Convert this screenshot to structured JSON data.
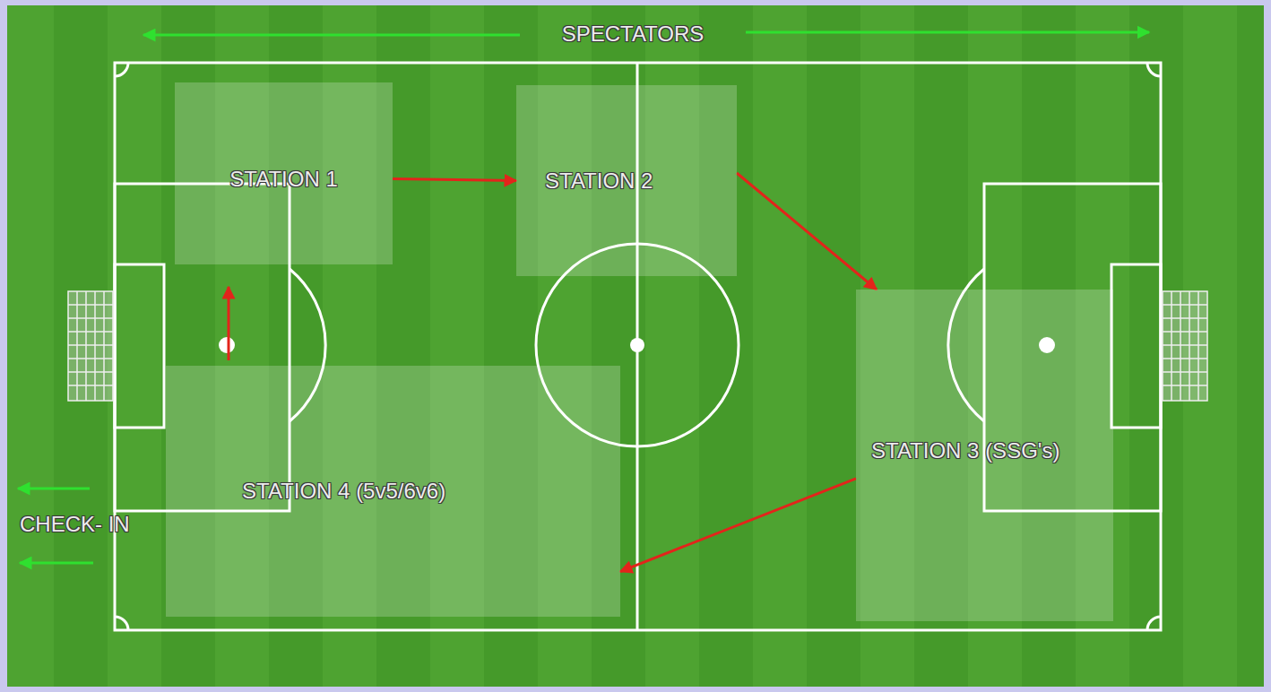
{
  "diagram": {
    "nodes": [
      {
        "text": [
          "STATION 1"
        ]
      },
      {
        "text": [
          "STATION 2"
        ]
      },
      {
        "text": [
          "STATION 3 (SSG's)"
        ]
      },
      {
        "text": [
          "STATION 4 (5v5/6v6)"
        ]
      }
    ],
    "edges": [
      {
        "from": 0,
        "to": 1,
        "arrow": "to"
      },
      {
        "from": 1,
        "to": 2,
        "arrow": "to"
      },
      {
        "from": 2,
        "to": 3,
        "arrow": "to"
      }
    ],
    "labels": [
      "SPECTATORS",
      "CHECK- IN"
    ]
  }
}
